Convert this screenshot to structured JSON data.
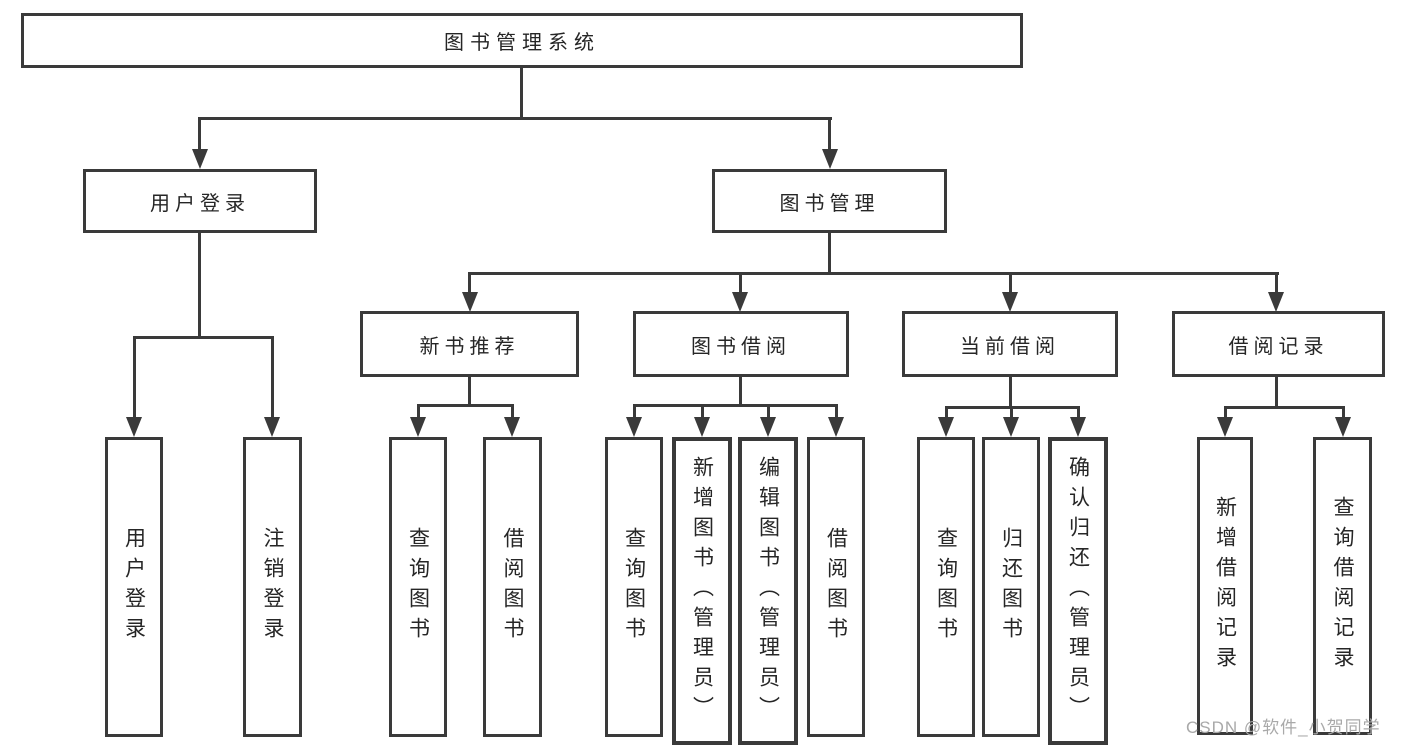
{
  "nodes": {
    "root": "图书管理系统",
    "user_login": "用户登录",
    "book_mgmt": "图书管理",
    "ul_login": "用户登录",
    "ul_logout": "注销登录",
    "new_books": "新书推荐",
    "book_borrow": "图书借阅",
    "current_borrow": "当前借阅",
    "borrow_records": "借阅记录",
    "nb_query": "查询图书",
    "nb_borrow": "借阅图书",
    "bb_query": "查询图书",
    "bb_add": "新增图书（管理员）",
    "bb_edit": "编辑图书（管理员）",
    "bb_borrow": "借阅图书",
    "cb_query": "查询图书",
    "cb_return": "归还图书",
    "cb_confirm": "确认归还（管理员）",
    "br_add": "新增借阅记录",
    "br_query": "查询借阅记录"
  },
  "watermark": "CSDN @软件_小贺同学",
  "colors": {
    "line": "#3a3a3a",
    "text": "#262626",
    "watermark": "#a9a9a9",
    "background": "#ffffff"
  }
}
